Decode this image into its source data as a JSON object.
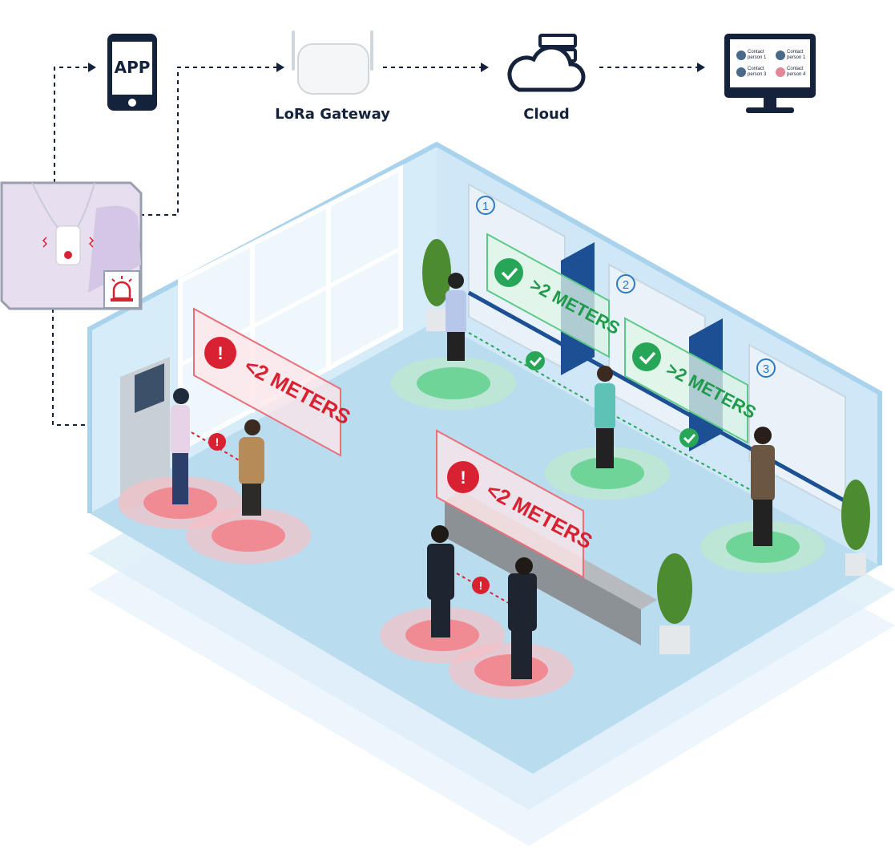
{
  "pipeline": {
    "app_label": "APP",
    "gateway_label": "LoRa Gateway",
    "cloud_label": "Cloud",
    "monitor_contacts": [
      "Contact person 1",
      "Contact person 1",
      "Contact person 3",
      "Contact person 4"
    ]
  },
  "zones": {
    "warn_text": "<2 METERS",
    "ok_text": ">2 METERS"
  },
  "counters": [
    "1",
    "2",
    "3"
  ],
  "colors": {
    "navy": "#15223b",
    "alert_red": "#d82232",
    "safe_green": "#27a657",
    "floor_blue": "#b9dcef",
    "wall_blue": "#d6ecf8"
  }
}
